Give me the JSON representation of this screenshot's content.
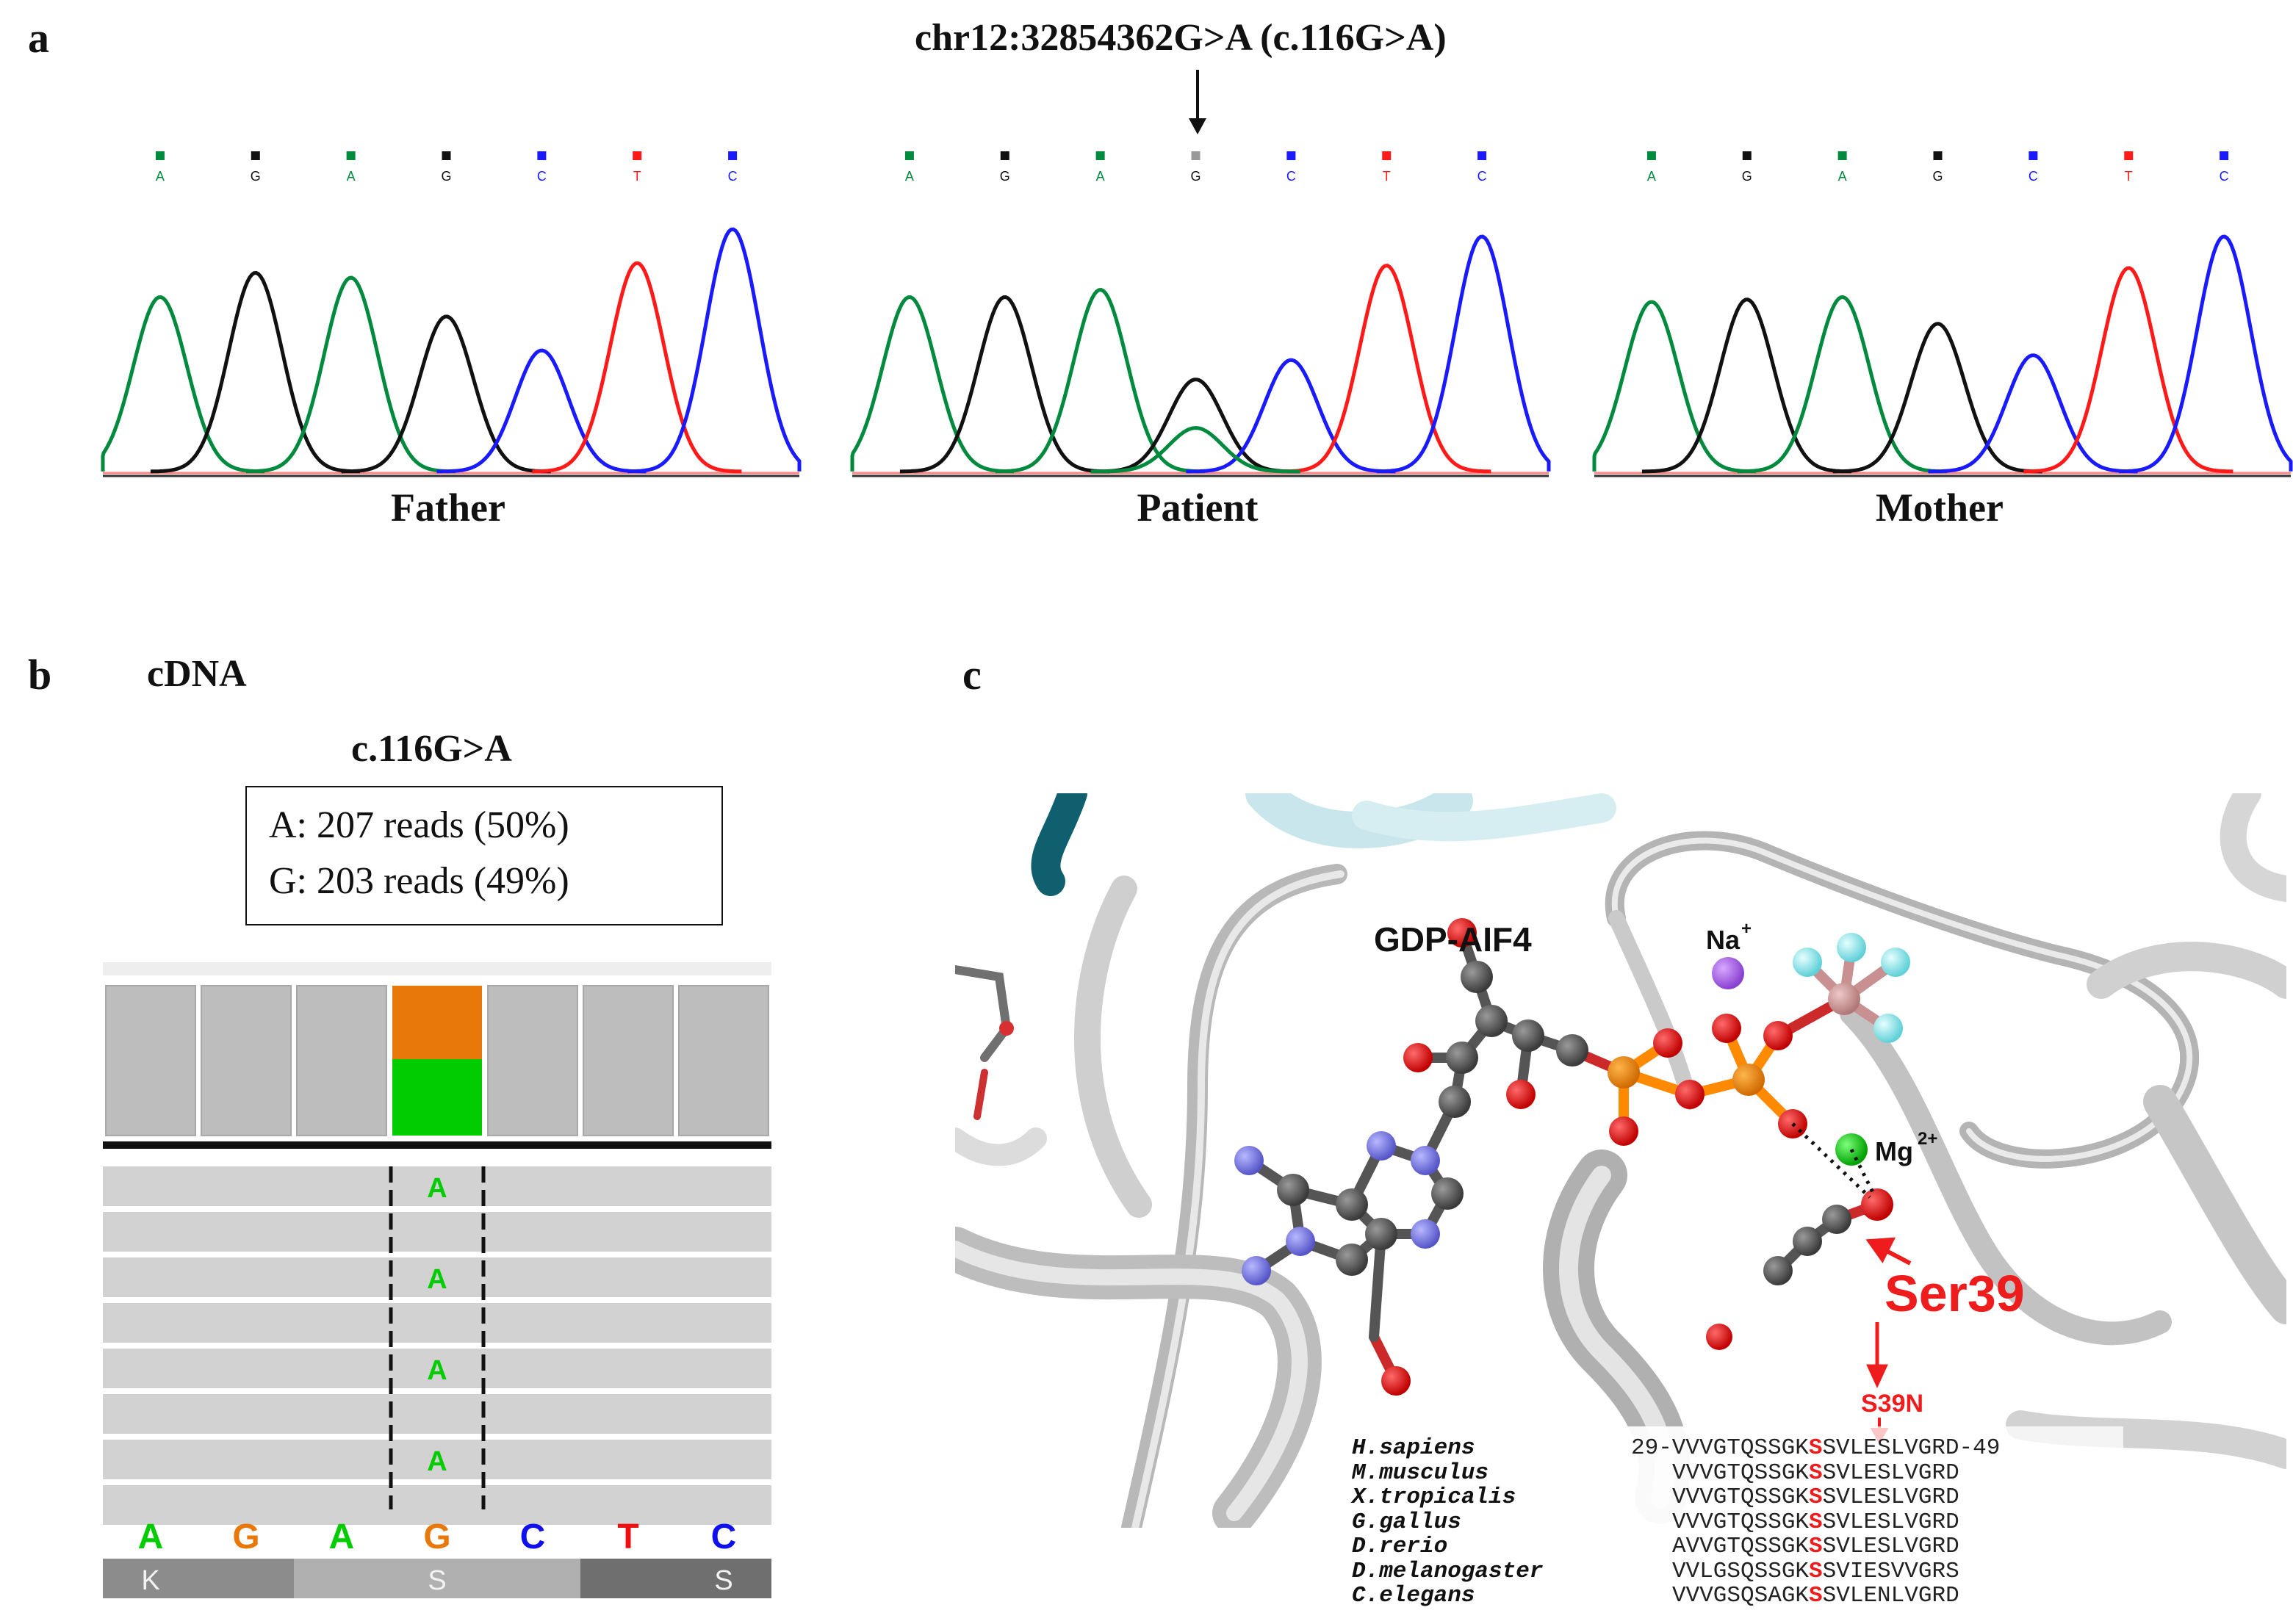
{
  "panel_a": {
    "letter": "a",
    "variant_title": "chr12:32854362G>A (c.116G>A)",
    "bases": [
      "A",
      "G",
      "A",
      "G",
      "C",
      "T",
      "C"
    ],
    "traces": [
      {
        "label": "Father"
      },
      {
        "label": "Patient"
      },
      {
        "label": "Mother"
      }
    ]
  },
  "panel_b": {
    "letter": "b",
    "subtitle": "cDNA",
    "variant": "c.116G>A",
    "reads": [
      "A: 207 reads  (50%)",
      "G: 203 reads  (49%)"
    ],
    "read_letter": "A",
    "reference_bases": [
      "A",
      "G",
      "A",
      "G",
      "C",
      "T",
      "C"
    ],
    "amino_acids": [
      "K",
      "S",
      "S"
    ]
  },
  "panel_c": {
    "letter": "c",
    "ligand_label": "GDP-AIF4",
    "na_label": "Na",
    "na_charge": "+",
    "mg_label": "Mg",
    "mg_charge": "2+",
    "residue_label": "Ser39",
    "mutation_label": "S39N",
    "alignment": [
      {
        "species": "H.sapiens",
        "pre": "29-VVVGTQSSGK",
        "site": "S",
        "post": "SVLESLVGRD-49"
      },
      {
        "species": "M.musculus",
        "pre": "VVVGTQSSGK",
        "site": "S",
        "post": "SVLESLVGRD"
      },
      {
        "species": "X.tropicalis",
        "pre": "VVVGTQSSGK",
        "site": "S",
        "post": "SVLESLVGRD"
      },
      {
        "species": "G.gallus",
        "pre": "VVVGTQSSGK",
        "site": "S",
        "post": "SVLESLVGRD"
      },
      {
        "species": "D.rerio",
        "pre": "AVVGTQSSGK",
        "site": "S",
        "post": "SVLESLVGRD"
      },
      {
        "species": "D.melanogaster",
        "pre": "VVLGSQSSGK",
        "site": "S",
        "post": "SVIESVVGRS"
      },
      {
        "species": "C.elegans",
        "pre": "VVVGSQSAGK",
        "site": "S",
        "post": "SVLENLVGRD"
      }
    ]
  },
  "colors": {
    "A": "#008a3e",
    "G": "#111111",
    "C": "#1a1aff",
    "T": "#ff1a1a",
    "igv_A": "#00cc00",
    "igv_G": "#e8780a",
    "igv_C": "#1010ee",
    "igv_T": "#ee1010",
    "mutation_red": "#ee1c1c"
  }
}
